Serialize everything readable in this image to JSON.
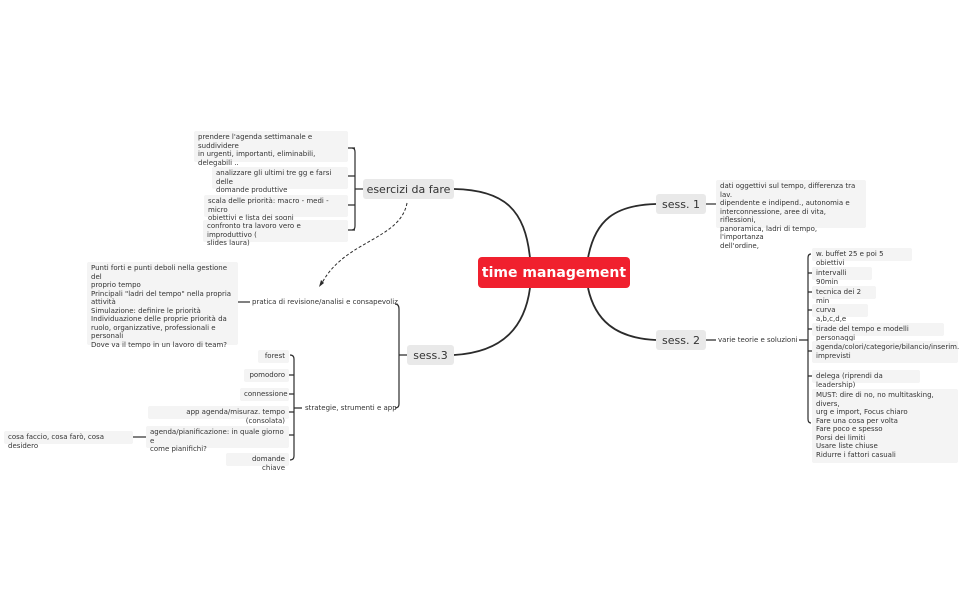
{
  "central": "time management",
  "branches": {
    "esercizi": {
      "title": "esercizi da fare",
      "items": [
        "prendere l'agenda settimanale e suddividere\nin urgenti, importanti, eliminabili,\ndelegabili ..",
        "analizzare gli ultimi tre gg e farsi delle\ndomande produttive",
        "scala delle priorità: macro - medi - micro\nobiettivi e lista dei sogni",
        "confronto tra lavoro vero e improduttivo (\nslides laura)"
      ]
    },
    "sess1": {
      "title": "sess. 1",
      "note": "dati oggettivi sul tempo, differenza tra lav.\ndipendente e indipend., autonomia e\ninterconnessione, aree di vita, riflessioni,\npanoramica, ladri di tempo, l'importanza\ndell'ordine,"
    },
    "sess2": {
      "title": "sess. 2",
      "sub": "varie teorie e soluzioni",
      "items": [
        "w. buffet 25 e poi 5 obiettivi",
        "intervalli 90min",
        "tecnica dei 2 min",
        "curva a,b,c,d,e",
        "tirade del tempo e modelli personaggi",
        "agenda/colori/categorie/bilancio/inserim.\nimprevisti",
        "delega (riprendi da leadership)",
        "MUST: dire di no, no multitasking, divers,\nurg e import, Focus chiaro\nFare una cosa per volta\nFare poco e spesso\nPorsi dei limiti\nUsare liste chiuse\nRidurre i fattori casuali"
      ]
    },
    "sess3": {
      "title": "sess.3",
      "pratica": {
        "label": "pratica di revisione/analisi e consapevoliz",
        "note": "Punti forti e punti deboli nella gestione del\nproprio tempo\nPrincipali \"ladri del tempo\" nella propria\nattività\nSimulazione: definire le priorità\nIndividuazione delle proprie priorità da\nruolo, organizzative, professionali e\npersonali\nDove va il tempo in un lavoro di team?"
      },
      "strategie": {
        "label": "strategie, strumenti e app",
        "items": [
          "forest",
          "pomodoro",
          "connessione",
          "app agenda/misuraz. tempo (consolata)",
          "agenda/pianificazione: in quale giorno e\ncome pianifichi?",
          "domande chiave"
        ],
        "subnote": "cosa faccio, cosa farò, cosa desidero"
      }
    }
  },
  "colors": {
    "central_bg": "#f0202e",
    "branch_bg": "#e9e9e9",
    "leaf_bg": "#f4f4f4",
    "line": "#2b2b2b"
  }
}
